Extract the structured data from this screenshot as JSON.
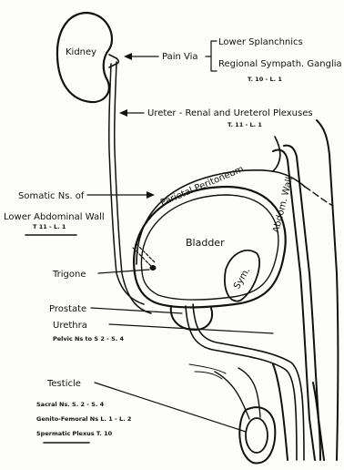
{
  "labels": {
    "kidney": "Kidney",
    "pain_via": "Pain Via",
    "lower_splanchnics": "Lower Splanchnics",
    "regional_sympath": "Regional Sympath. Ganglia",
    "t10_l1": "T. 10 - L. 1",
    "ureter_renal": "Ureter - Renal and Ureterol Plexuses",
    "t11_l1_a": "T. 11 - L. 1",
    "somatic_1": "Somatic Ns. of",
    "somatic_2": "Lower Abdominal Wall",
    "t11_l1_b": "T 11 - L. 1",
    "parietal_peritoneum": "Parietal Peritoneum",
    "abdom_wall": "Abdom. Wall",
    "bladder": "Bladder",
    "sym": "Sym.",
    "trigone": "Trigone",
    "prostate": "Prostate",
    "urethra": "Urethra",
    "pelvic_ns": "Pelvic Ns to S 2 - S. 4",
    "testicle": "Testicle",
    "sacral_ns": "Sacral Ns. S. 2 - S. 4",
    "genito_femoral": "Genito-Femoral Ns L. 1 - L. 2",
    "spermatic_plexus": "Spermatic Plexus T. 10"
  }
}
